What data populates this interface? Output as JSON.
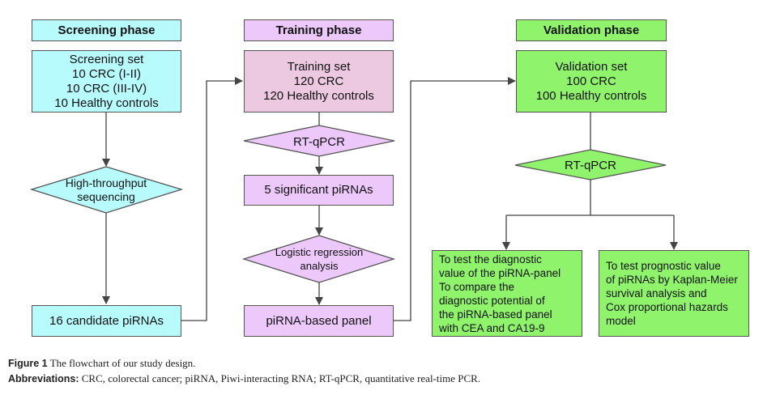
{
  "phases": {
    "screening": {
      "header": "Screening phase",
      "set_lines": [
        "Screening set",
        "10 CRC (I-II)",
        "10 CRC (III-IV)",
        "10 Healthy controls"
      ],
      "method": [
        "High-throughput",
        "sequencing"
      ],
      "result": "16 candidate piRNAs"
    },
    "training": {
      "header": "Training phase",
      "set_lines": [
        "Training set",
        "120 CRC",
        "120 Healthy controls"
      ],
      "method": "RT-qPCR",
      "intermediate": "5 significant piRNAs",
      "analysis": [
        "Logistic regression",
        "analysis"
      ],
      "result": "piRNA-based panel"
    },
    "validation": {
      "header": "Validation phase",
      "set_lines": [
        "Validation set",
        "100 CRC",
        "100 Healthy controls"
      ],
      "method": "RT-qPCR",
      "outcome_diagnostic": [
        "To test the diagnostic",
        "value of the piRNA-panel",
        "To compare the",
        "diagnostic potential of",
        "the piRNA-based panel",
        "with CEA and CA19-9"
      ],
      "outcome_prognostic": [
        "To test prognostic value",
        "of piRNAs by Kaplan-Meier",
        "survival analysis and",
        "Cox proportional hazards",
        "model"
      ]
    }
  },
  "colors": {
    "screening": "#b7fbfd",
    "training_set": "#ecc9e1",
    "training": "#edc8fb",
    "validation": "#90f36c",
    "line": "#444444"
  },
  "caption": {
    "figure_label": "Figure 1",
    "figure_text": " The flowchart of our study design.",
    "abbrev_label": "Abbreviations:",
    "abbrev_text": " CRC, colorectal cancer; piRNA, Piwi-interacting RNA; RT-qPCR, quantitative real-time PCR."
  }
}
